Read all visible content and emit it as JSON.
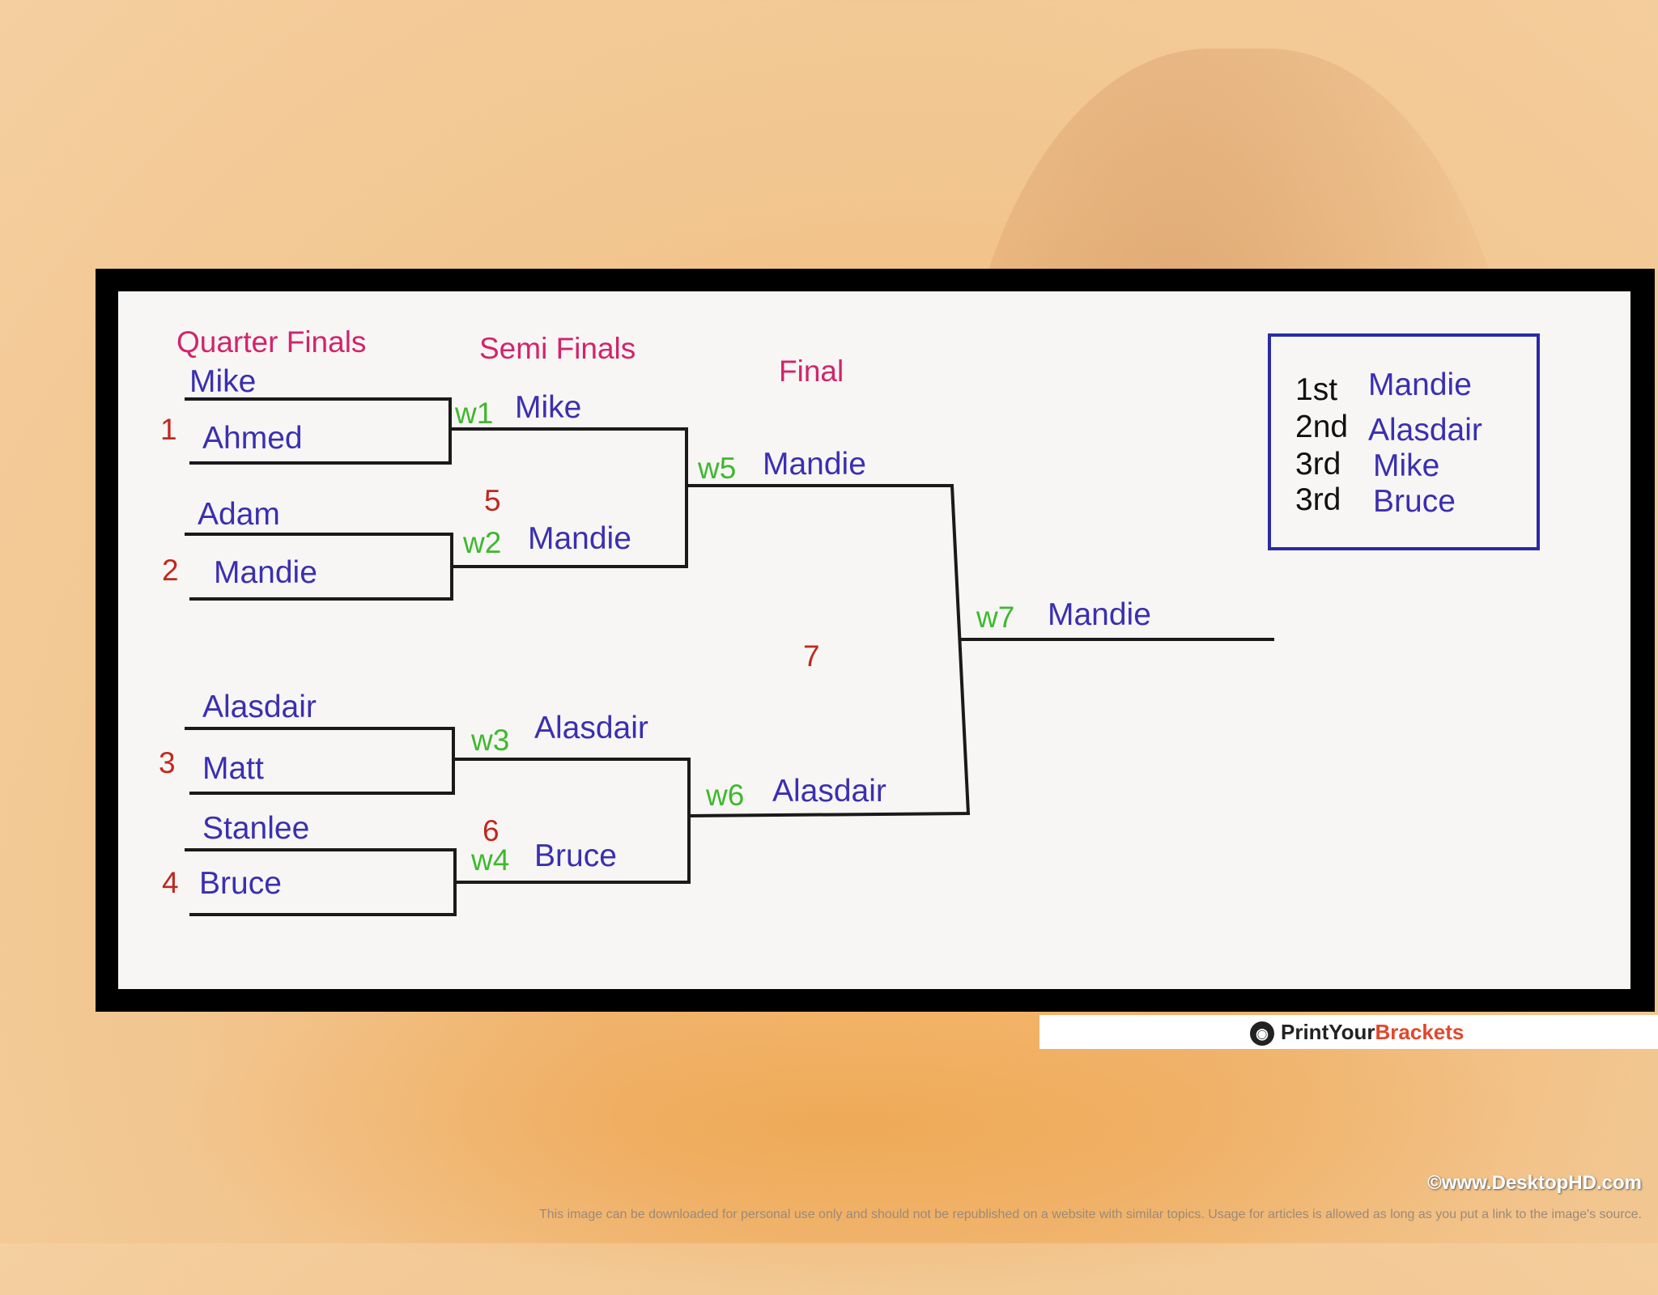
{
  "headers": {
    "quarter_finals": "Quarter Finals",
    "semi_finals": "Semi Finals",
    "final": "Final"
  },
  "quarter_finals": [
    {
      "seed": "1",
      "players": [
        "Mike",
        "Ahmed"
      ]
    },
    {
      "seed": "2",
      "players": [
        "Adam",
        "Mandie"
      ]
    },
    {
      "seed": "3",
      "players": [
        "Alasdair",
        "Matt"
      ]
    },
    {
      "seed": "4",
      "players": [
        "Stanlee",
        "Bruce"
      ]
    }
  ],
  "semi_finals": [
    {
      "match": "5",
      "entries": [
        {
          "tag": "w1",
          "name": "Mike"
        },
        {
          "tag": "w2",
          "name": "Mandie"
        }
      ]
    },
    {
      "match": "6",
      "entries": [
        {
          "tag": "w3",
          "name": "Alasdair"
        },
        {
          "tag": "w4",
          "name": "Bruce"
        }
      ]
    }
  ],
  "final": {
    "match": "7",
    "entries": [
      {
        "tag": "w5",
        "name": "Mandie"
      },
      {
        "tag": "w6",
        "name": "Alasdair"
      }
    ]
  },
  "champion": {
    "tag": "w7",
    "name": "Mandie"
  },
  "results": [
    {
      "place": "1st",
      "name": "Mandie"
    },
    {
      "place": "2nd",
      "name": "Alasdair"
    },
    {
      "place": "3rd",
      "name": "Mike"
    },
    {
      "place": "3rd",
      "name": "Bruce"
    }
  ],
  "branding": {
    "logo_prefix": "PrintYour",
    "logo_accent": "Brackets",
    "credit": "©www.DesktopHD.com",
    "disclaimer": "This image can be downloaded for personal use only and should not be republished on a website with similar topics. Usage for articles is allowed as long as you put a link to the image's source."
  },
  "colors": {
    "header": "#d2246b",
    "name": "#3b2fb0",
    "seed": "#c0281e",
    "winner_tag": "#3fb82f"
  }
}
